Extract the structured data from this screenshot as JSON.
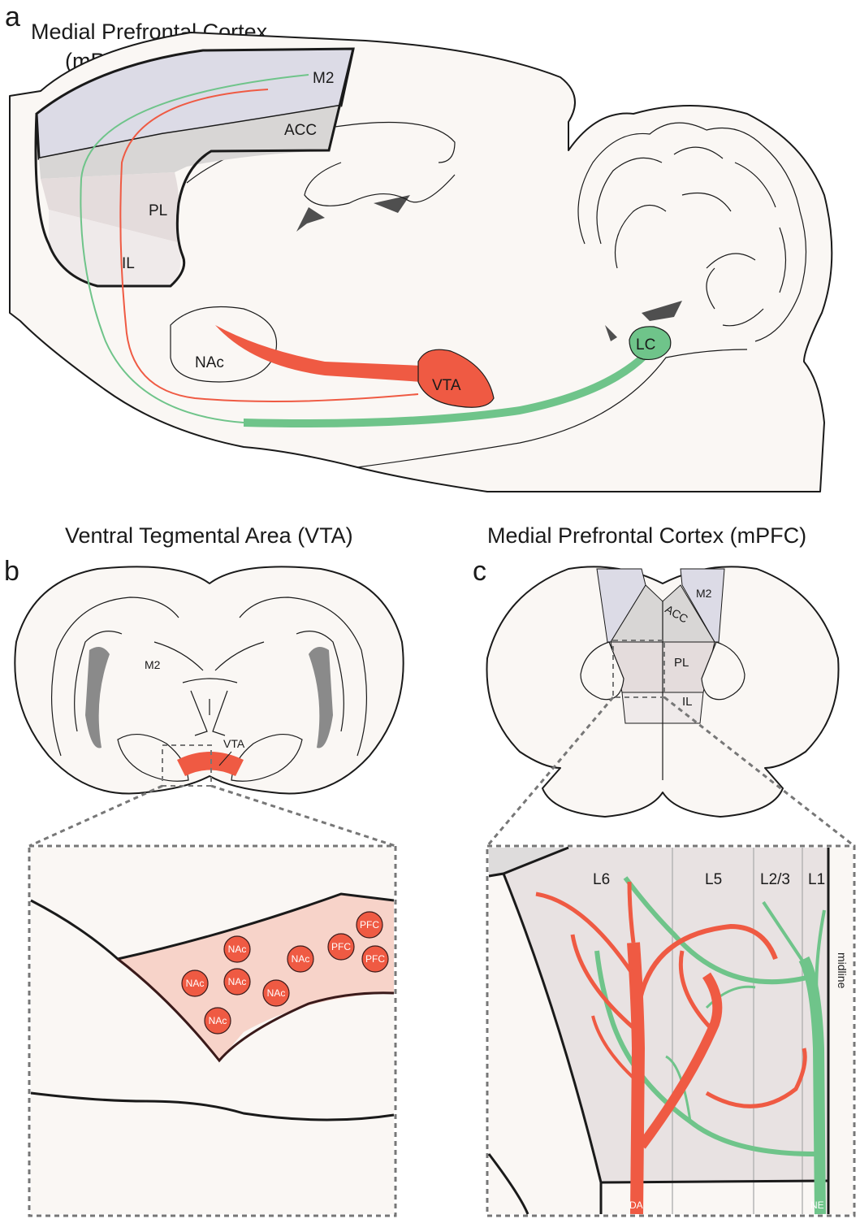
{
  "panel_a": {
    "letter": "a",
    "title_line1": "Medial Prefrontal Cortex",
    "title_line2": "(mPFC)",
    "regions": {
      "m2": "M2",
      "acc": "ACC",
      "pl": "PL",
      "il": "IL",
      "nac": "NAc",
      "vta": "VTA",
      "lc": "LC"
    }
  },
  "panel_b": {
    "letter": "b",
    "title": "Ventral Tegmental Area (VTA)",
    "labels": {
      "m2": "M2",
      "vta": "VTA"
    },
    "cells": [
      "NAc",
      "NAc",
      "NAc",
      "NAc",
      "NAc",
      "NAc",
      "PFC",
      "PFC",
      "PFC"
    ]
  },
  "panel_c": {
    "letter": "c",
    "title": "Medial Prefrontal Cortex (mPFC)",
    "regions": {
      "m2": "M2",
      "acc": "ACC",
      "pl": "PL",
      "il": "IL"
    },
    "layers": {
      "l6": "L6",
      "l5": "L5",
      "l23": "L2/3",
      "l1": "L1"
    },
    "midline": "midline",
    "fibers": {
      "da": "DA",
      "ne": "NE"
    }
  },
  "colors": {
    "dopamine_red": "#ef5a43",
    "norepinephrine_green": "#6fc48a",
    "m2_fill": "#dcdbe6",
    "acc_fill": "#d8d6d5",
    "pl_fill": "#e4dcdc",
    "il_fill": "#efeaea",
    "vta_zoom_fill": "#f7d3c9"
  }
}
